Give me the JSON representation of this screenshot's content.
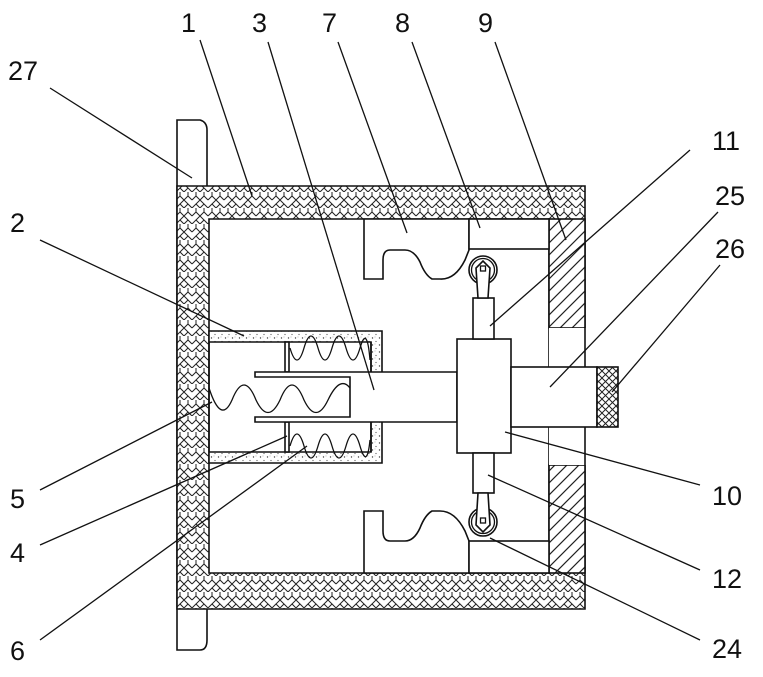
{
  "figure": {
    "type": "mechanical cross-section patent drawing",
    "colors": {
      "line": "#111111",
      "background": "#ffffff"
    },
    "labels": {
      "l1": "1",
      "l2": "2",
      "l3": "3",
      "l4": "4",
      "l5": "5",
      "l6": "6",
      "l7": "7",
      "l8": "8",
      "l9": "9",
      "l10": "10",
      "l11": "11",
      "l12": "12",
      "l24": "24",
      "l25": "25",
      "l26": "26",
      "l27": "27"
    }
  }
}
